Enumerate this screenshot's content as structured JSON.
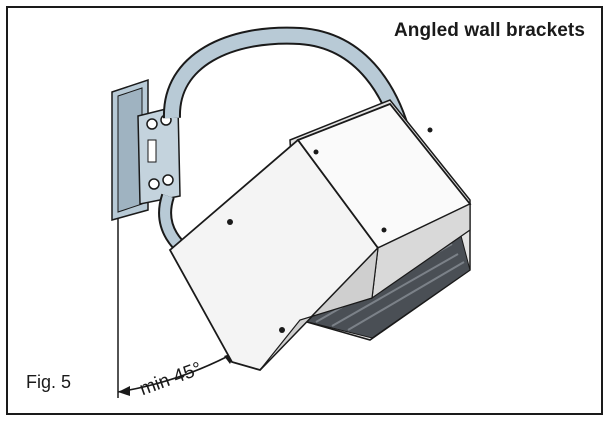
{
  "title": "Angled wall brackets",
  "figure_label": "Fig. 5",
  "angle_label": "min 45°",
  "colors": {
    "frame": "#1a1a1a",
    "bracket_fill": "#b8cad6",
    "heater_light": "#f4f4f4",
    "heater_shade": "#d9d9d9",
    "grille": "#4a4f55"
  }
}
